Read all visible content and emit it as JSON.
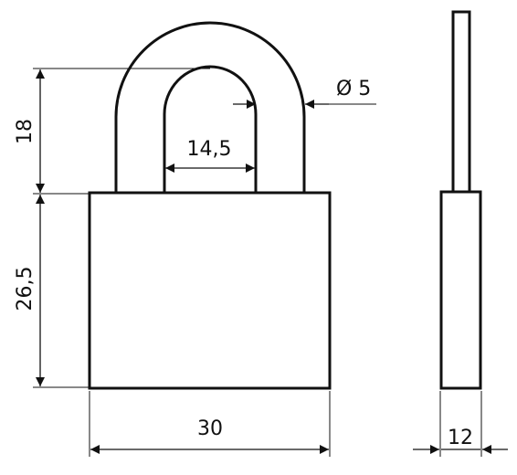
{
  "dimensions": {
    "shackle_height": "18",
    "body_height": "26,5",
    "shackle_inner_width": "14,5",
    "shackle_diameter": "Ø 5",
    "body_width": "30",
    "body_thickness": "12"
  }
}
